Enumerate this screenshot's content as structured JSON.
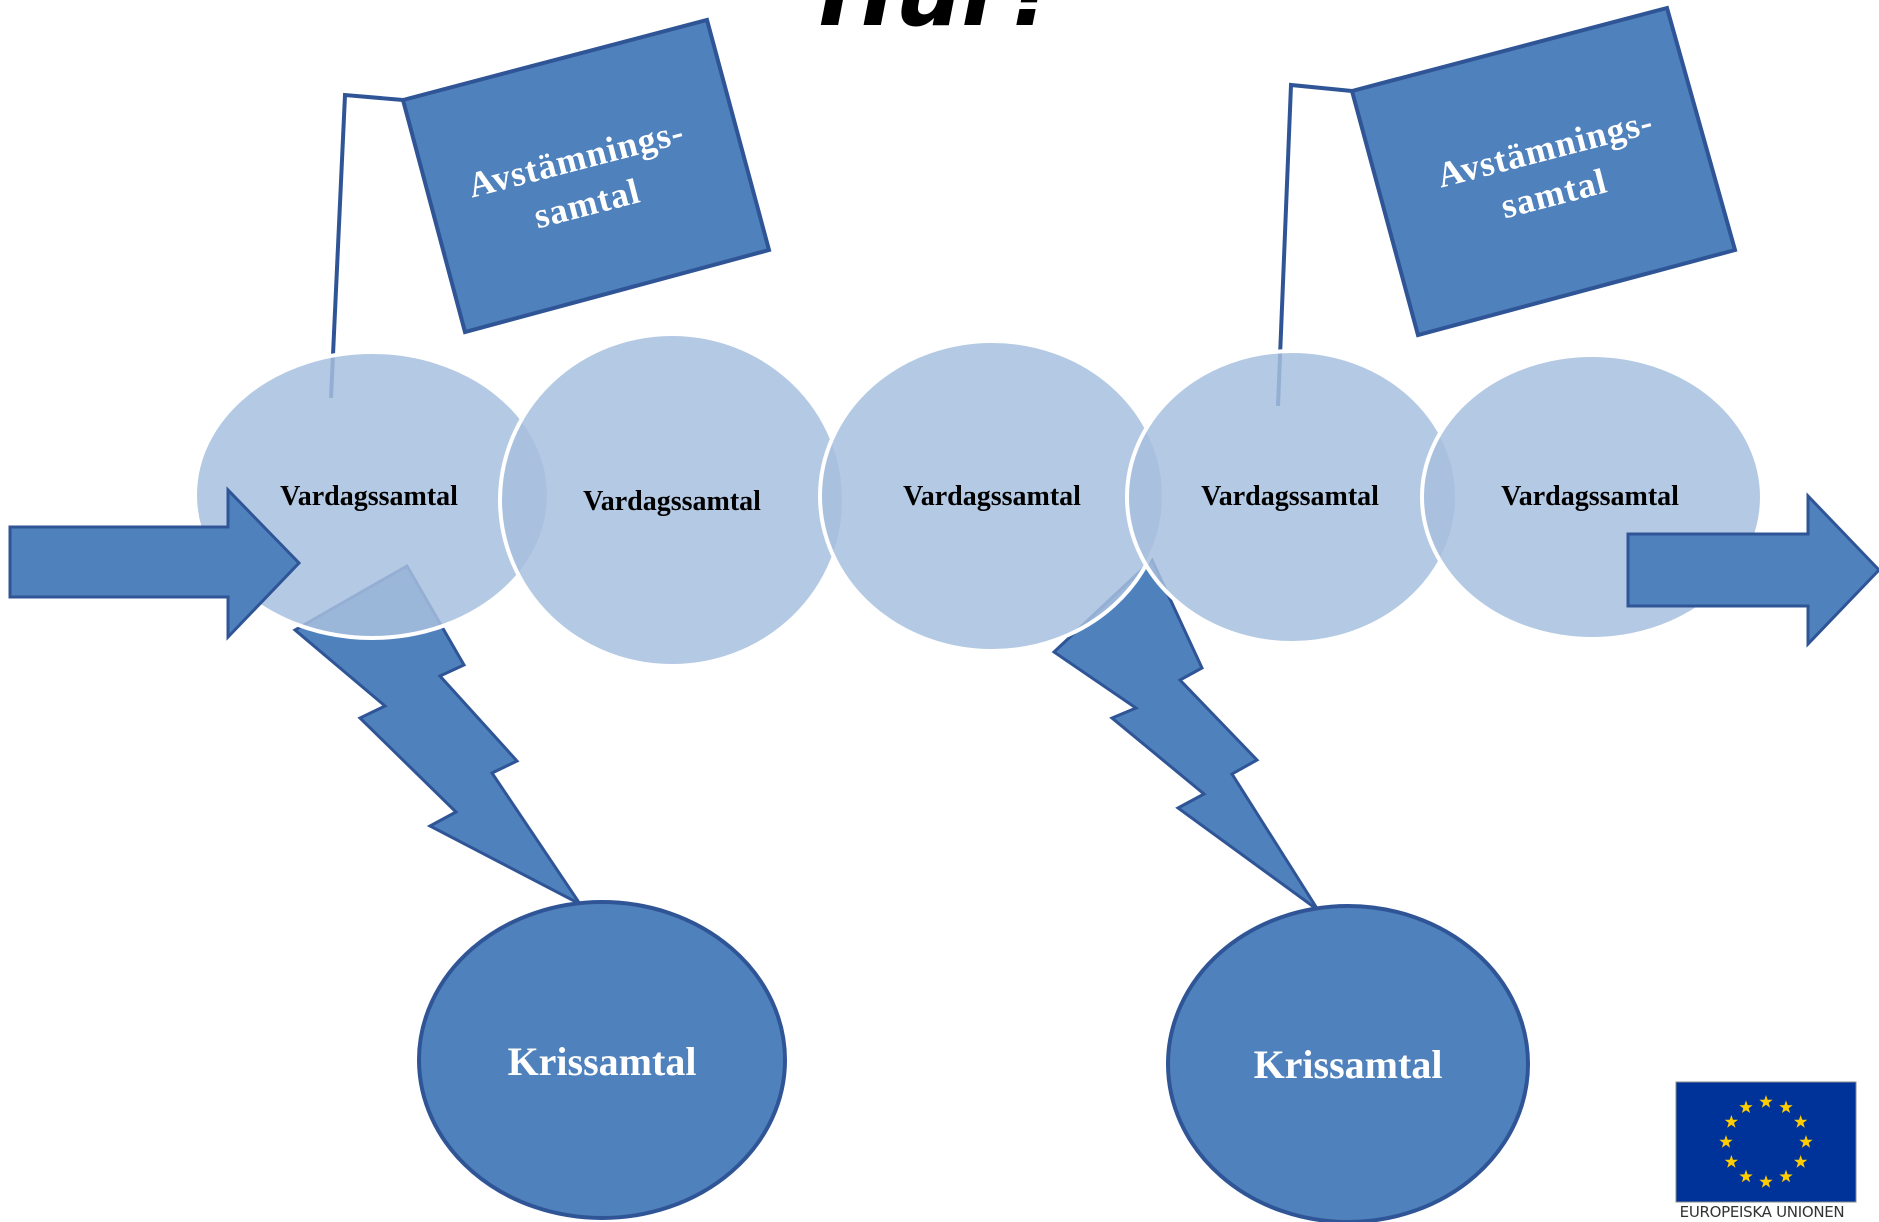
{
  "title": "Hur?",
  "colors": {
    "main_blue": "#4f81bd",
    "light_blue": "#a7c0de",
    "outline": "#2f5597",
    "eu_blue": "#003399",
    "eu_star": "#ffcc00"
  },
  "circles": [
    {
      "label": "Vardagssamtal"
    },
    {
      "label": "Vardagssamtal"
    },
    {
      "label": "Vardagssamtal"
    },
    {
      "label": "Vardagssamtal"
    },
    {
      "label": "Vardagssamtal"
    }
  ],
  "flags": [
    {
      "line1": "Avstämnings-",
      "line2": "samtal"
    },
    {
      "line1": "Avstämnings-",
      "line2": "samtal"
    }
  ],
  "crises": [
    {
      "label": "Krissamtal"
    },
    {
      "label": "Krissamtal"
    }
  ],
  "icons": {
    "arrow_in": "right-arrow-icon",
    "arrow_out": "right-arrow-icon",
    "bolt": "lightning-bolt-icon"
  },
  "logo": {
    "caption": "EUROPEISKA UNIONEN"
  }
}
